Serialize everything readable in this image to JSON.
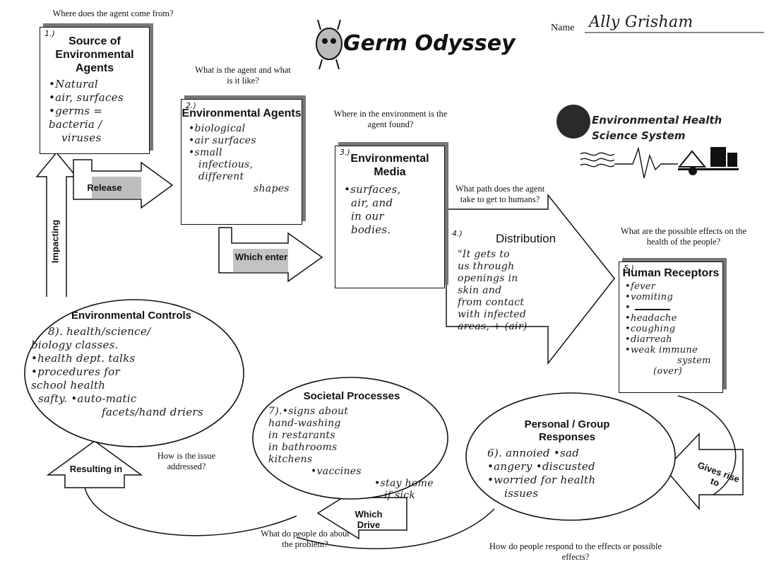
{
  "header": {
    "title": "Germ Odyssey",
    "name_label": "Name",
    "name_value": "Ally Grisham",
    "logo_line1": "Environmental Health",
    "logo_line2": "Science System"
  },
  "questions": {
    "q_source": "Where does the agent come from?",
    "q_agents": "What is the agent and what is it like?",
    "q_media": "Where in the environment is the agent found?",
    "q_path": "What path does the agent take to get to humans?",
    "q_effects": "What are the possible effects on the health of the people?",
    "q_addressed": "How is the issue addressed?",
    "q_do": "What do people do about the problem?",
    "q_respond": "How do people respond to the effects or possible effects?"
  },
  "boxes": {
    "source": {
      "num": "1.)",
      "title": "Source of Environmental Agents",
      "answers": [
        "•Natural",
        "•air, surfaces",
        "•germs =",
        "bacteria /",
        "viruses"
      ]
    },
    "agents": {
      "num": "2.)",
      "title": "Environmental Agents",
      "answers": [
        "•biological",
        "•air surfaces",
        "•small",
        "infectious,",
        "different",
        "shapes"
      ]
    },
    "media": {
      "num": "3.)",
      "title": "Environmental Media",
      "answers": [
        "•surfaces,",
        "air, and",
        "in our",
        "bodies."
      ]
    },
    "distribution": {
      "num": "4.)",
      "title": "Distribution",
      "answers": [
        "\"It gets to",
        "us through",
        "openings in",
        "skin and",
        "from contact",
        "with infected",
        "areas, + (air)"
      ]
    },
    "receptors": {
      "num": "5.)",
      "title": "Human Receptors",
      "answers": [
        "•fever",
        "•vomiting",
        "•",
        "•headache",
        "•coughing",
        "•diarreah",
        "•weak immune",
        "system",
        "(over)"
      ]
    }
  },
  "ellipses": {
    "controls": {
      "title": "Environmental Controls",
      "answers": [
        "8). health/science/",
        "biology classes.",
        "•health dept. talks",
        "•procedures for",
        "school health",
        "safty. •auto-matic",
        "facets/hand driers"
      ]
    },
    "societal": {
      "title": "Societal Processes",
      "answers": [
        "7).•signs about",
        "hand-washing",
        "in restarants",
        "in bathrooms",
        "kitchens",
        "•vaccines",
        "•stay home",
        "if sick"
      ]
    },
    "personal": {
      "title": "Personal / Group Responses",
      "answers": [
        "6). annoied •sad",
        "•angery •discusted",
        "•worried for health",
        "issues"
      ]
    }
  },
  "arrows": {
    "release": "Release",
    "which_enter": "Which enter",
    "impacting": "Impacting",
    "resulting_in": "Resulting in",
    "which_drive": "Which Drive",
    "gives_rise_to": "Gives rise to"
  }
}
